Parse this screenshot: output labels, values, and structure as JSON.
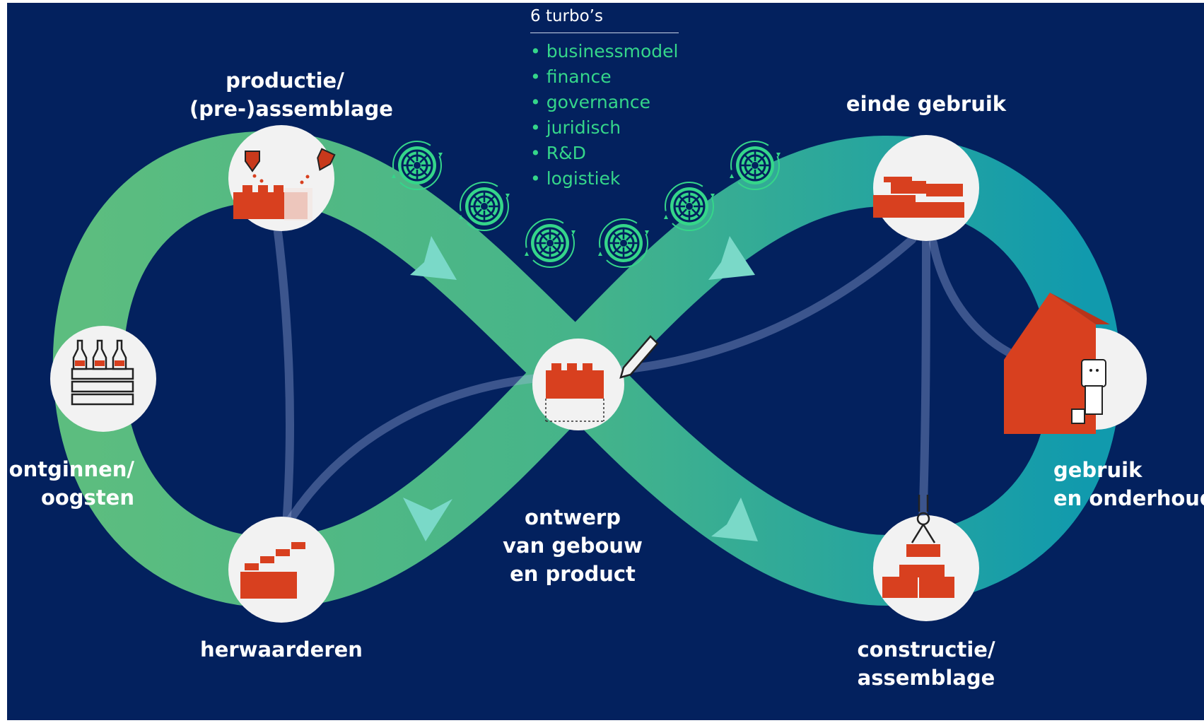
{
  "colors": {
    "background": "#03215e",
    "loop_left": "#5cbd7f",
    "loop_right": "#149eab",
    "brick": "#d8401f",
    "turbo_green": "#35d68a",
    "arrow": "#7ad9c8"
  },
  "turbos": {
    "title": "6 turbo’s",
    "items": [
      "businessmodel",
      "finance",
      "governance",
      "juridisch",
      "R&D",
      "logistiek"
    ]
  },
  "stages": {
    "productie": {
      "line1": "productie/",
      "line2": "(pre-)assemblage",
      "icon": "dispensing-brick-icon"
    },
    "ontginnen": {
      "line1": "ontginnen/",
      "line2": "oogsten",
      "icon": "bottle-crate-icon"
    },
    "herwaarderen": {
      "line1": "herwaarderen",
      "icon": "stacked-bricks-icon"
    },
    "ontwerp": {
      "line1": "ontwerp",
      "line2": "van gebouw",
      "line3": "en product",
      "icon": "brick-pencil-icon"
    },
    "einde": {
      "line1": "einde gebruik",
      "icon": "brick-pile-icon"
    },
    "gebruik": {
      "line1": "gebruik",
      "line2": "en onderhoud",
      "icon": "house-figure-icon"
    },
    "constructie": {
      "line1": "constructie/",
      "line2": "assemblage",
      "icon": "crane-bricks-icon"
    }
  }
}
